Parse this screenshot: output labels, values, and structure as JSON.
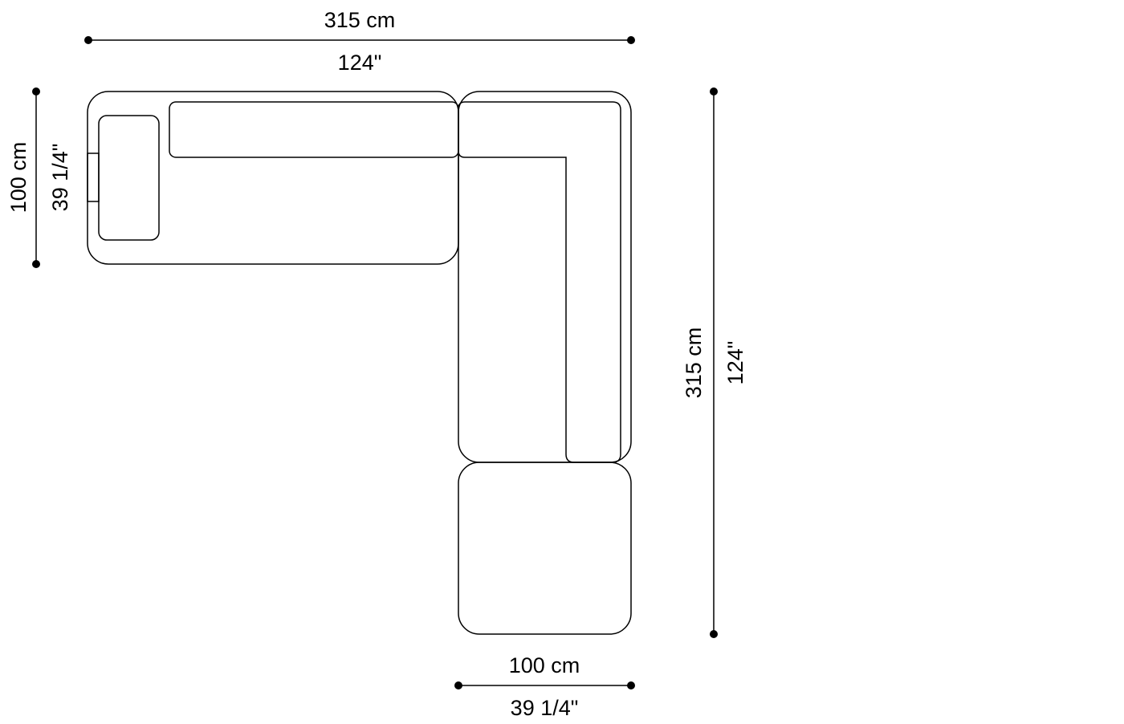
{
  "dimensions": {
    "overall_width": {
      "metric": "315 cm",
      "imperial": "124\""
    },
    "overall_depth": {
      "metric": "315 cm",
      "imperial": "124\""
    },
    "module_depth": {
      "metric": "100 cm",
      "imperial": "39 1/4\""
    },
    "ottoman_width": {
      "metric": "100 cm",
      "imperial": "39 1/4\""
    }
  },
  "colors": {
    "line": "#000000",
    "background": "#ffffff"
  }
}
